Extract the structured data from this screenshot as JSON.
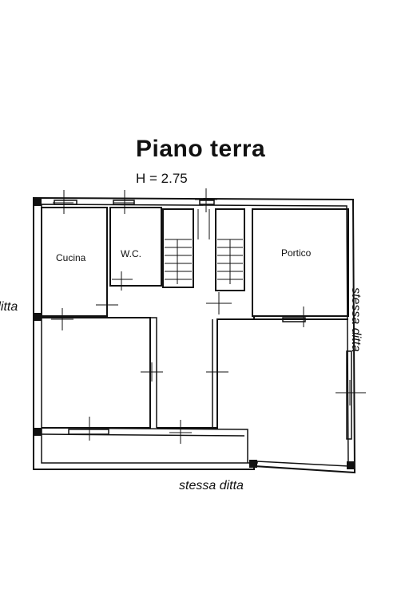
{
  "title": "Piano terra",
  "height_label": "H = 2.75",
  "rooms": {
    "cucina": "Cucina",
    "wc": "W.C.",
    "portico": "Portico"
  },
  "neighbors": {
    "left": "ditta",
    "bottom": "stessa ditta",
    "right": "stessa ditta"
  }
}
